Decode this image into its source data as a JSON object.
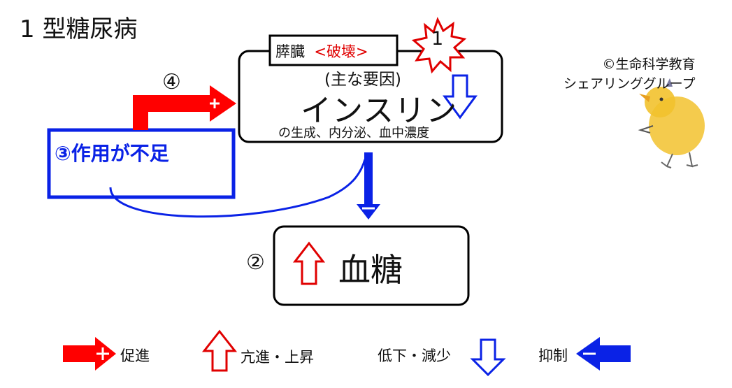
{
  "title": "1 型糖尿病",
  "copyright": {
    "line1": "©生命科学教育",
    "line2": "シェアリンググループ"
  },
  "pancreas": {
    "organ": "膵臓",
    "destroyed": "<破壊>"
  },
  "markers": {
    "one": "1",
    "two": "②",
    "four": "④"
  },
  "insulin_box": {
    "main_factor": "(主な要因)",
    "name": "インスリン",
    "subtitle": "の生成、内分泌、血中濃度"
  },
  "effect_box": {
    "label": "③作用が不足"
  },
  "glucose_box": {
    "label": "血糖"
  },
  "legend": {
    "promote": "促進",
    "increase": "亢進・上昇",
    "decrease": "低下・減少",
    "inhibit": "抑制"
  },
  "colors": {
    "red": "#ff0000",
    "blue": "#0a22e6",
    "black": "#000000",
    "chick": "#f2c22e"
  },
  "icons": {
    "promote": "red-plus-arrow-icon",
    "inhibit": "blue-minus-arrow-icon",
    "increase": "red-up-arrow-outline-icon",
    "decrease": "blue-down-arrow-outline-icon",
    "burst": "red-starburst-icon",
    "mascot": "chick-mascot-icon"
  }
}
